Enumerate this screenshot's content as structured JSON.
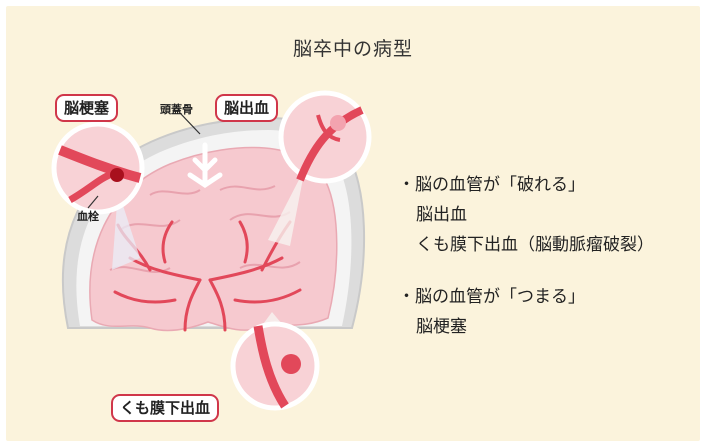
{
  "title": "脳卒中の病型",
  "labels": {
    "infarction": "脳梗塞",
    "hemorrhage": "脳出血",
    "subarachnoid": "くも膜下出血",
    "skull": "頭蓋骨",
    "thrombus": "血栓"
  },
  "bullets": [
    {
      "head": "・脳の血管が「破れる」",
      "items": [
        "脳出血",
        "くも膜下出血（脳動脈瘤破裂）"
      ]
    },
    {
      "head": "・脳の血管が「つまる」",
      "items": [
        "脳梗塞"
      ]
    }
  ],
  "colors": {
    "background": "#fbf3dc",
    "skull": "#ececec",
    "brain": "#f6c9cf",
    "vessel": "#e2485a",
    "accent": "#d0364a"
  }
}
